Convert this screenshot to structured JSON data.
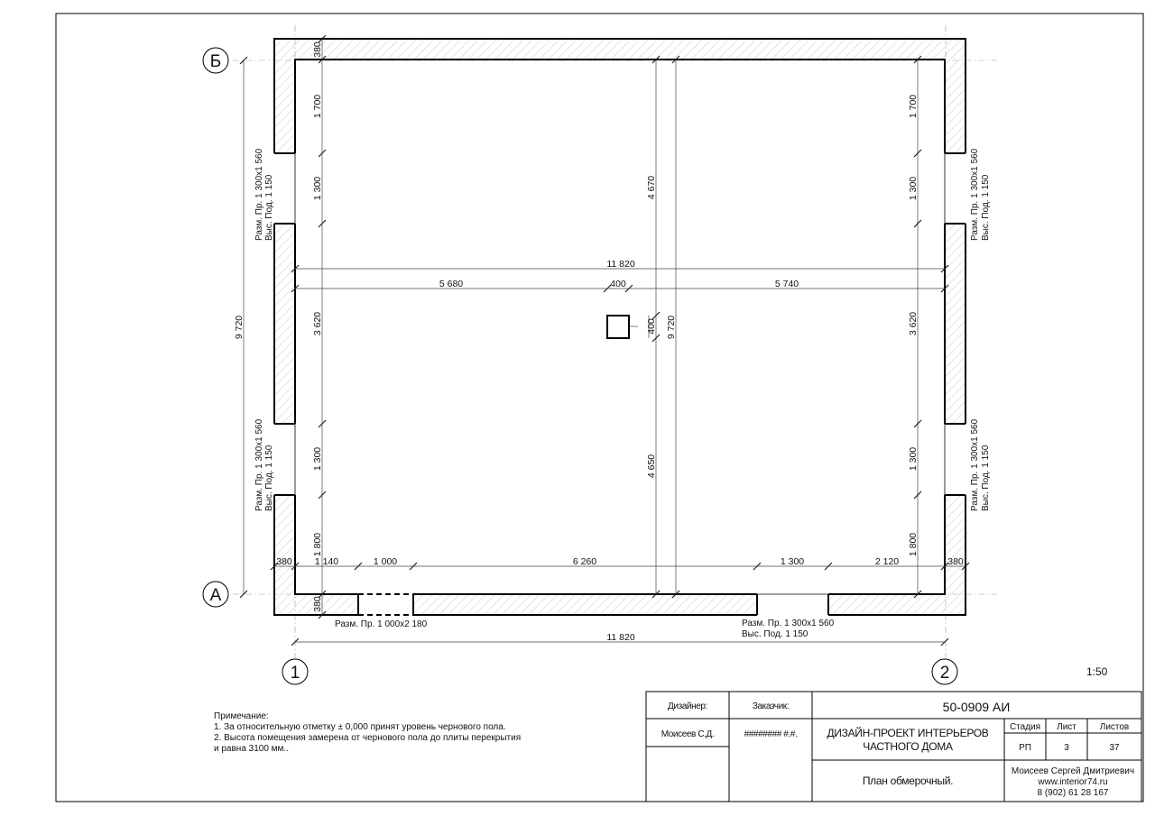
{
  "axes": {
    "a": "А",
    "b": "Б",
    "one": "1",
    "two": "2"
  },
  "scale": "1:50",
  "dims": {
    "top_wall": "380",
    "left_wall": "380",
    "right_wall": "380",
    "bottom_wall": "380",
    "left_seg_1": "1 700",
    "left_seg_2": "1 300",
    "left_seg_3": "3 620",
    "left_seg_4": "1 300",
    "left_seg_5": "1 800",
    "right_seg_1": "1 700",
    "right_seg_2": "1 300",
    "right_seg_3": "3 620",
    "right_seg_4": "1 300",
    "right_seg_5": "1 800",
    "overall_height": "9 720",
    "inner_height": "9 720",
    "upper_to_column": "4 670",
    "lower_to_column": "4 650",
    "inner_width": "11 820",
    "left_part": "5 680",
    "column_width": "400",
    "column_height": "400",
    "right_part": "5 740",
    "bottom_seg_1": "1 140",
    "bottom_seg_2": "1 000",
    "bottom_seg_3": "6 260",
    "bottom_seg_4": "1 300",
    "bottom_seg_5": "2 120",
    "overall_width": "11 820"
  },
  "openings": {
    "window_size": "Разм. Пр.   1 300х1 560",
    "window_sill": "Выс. Под.   1 150",
    "door_size": "Разм. Пр.   1 000х2 180",
    "bottom_window_size": "Разм. Пр.   1 300х1 560",
    "bottom_window_sill": "Выс. Под.   1 150"
  },
  "notes": {
    "title": "Примечание:",
    "line1": "1. За относительную отметку ± 0,000 принят уровень чернового пола.",
    "line2": "2. Высота помещения замерена от чернового пола до плиты перекрытия",
    "line3": "и равна 3100 мм.."
  },
  "title_block": {
    "designer_label": "Дизайнер:",
    "customer_label": "Заказчик:",
    "designer_name": "Моисеев С.Д.",
    "customer_name": "######## #.#.",
    "doc_code": "50-0909 АИ",
    "project_line1": "ДИЗАЙН-ПРОЕКТ ИНТЕРЬЕРОВ",
    "project_line2": "ЧАСТНОГО ДОМА",
    "stage_label": "Стадия",
    "sheet_label": "Лист",
    "sheets_label": "Листов",
    "stage": "РП",
    "sheet": "3",
    "sheets": "37",
    "sheet_title": "План обмерочный.",
    "author_name": "Моисеев Сергей Дмитриевич",
    "author_site": "www.interior74.ru",
    "author_phone": "8 (902) 61 28 167"
  }
}
